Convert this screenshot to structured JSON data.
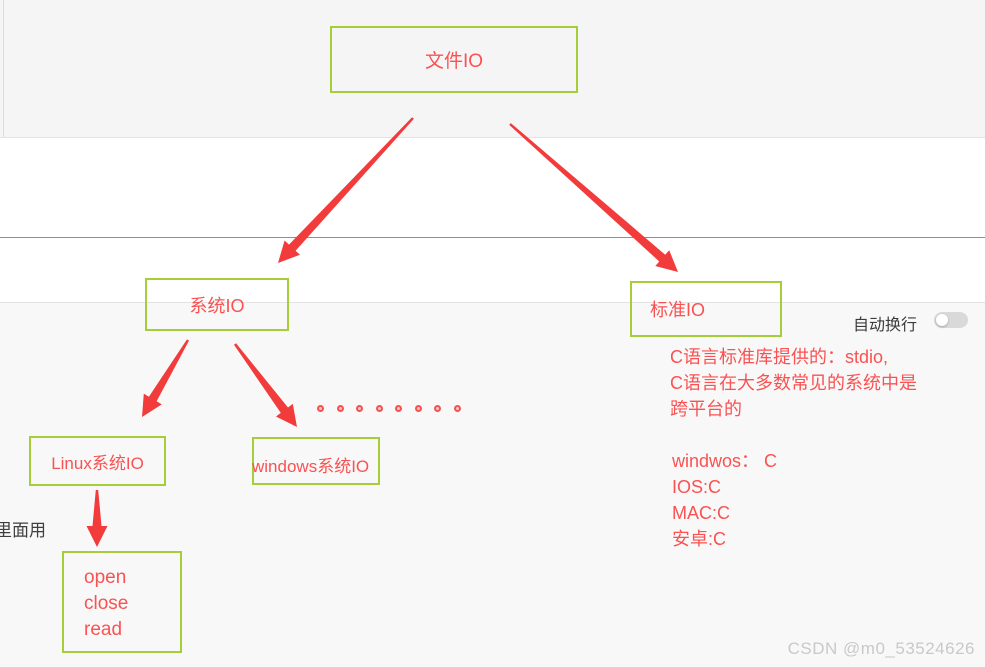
{
  "diagram": {
    "nodes": {
      "file_io": {
        "label": "文件IO"
      },
      "system_io": {
        "label": "系统IO"
      },
      "std_io": {
        "label": "标准IO"
      },
      "linux_io": {
        "label": "Linux系统IO"
      },
      "windows_io": {
        "label": "windows系统IO"
      },
      "open_box": {
        "lines": [
          "open",
          "close",
          "read"
        ]
      }
    },
    "edges": [
      {
        "from": "文件IO",
        "to": "系统IO"
      },
      {
        "from": "文件IO",
        "to": "标准IO"
      },
      {
        "from": "系统IO",
        "to": "Linux系统IO"
      },
      {
        "from": "系统IO",
        "to": "windows系统IO"
      },
      {
        "from": "Linux系统IO",
        "to": "open/close/read"
      }
    ],
    "ellipsis_dots": 8
  },
  "notes": {
    "std_note_1": [
      "C语言标准库提供的：stdio,",
      "C语言在大多数常见的系统中是",
      "跨平台的"
    ],
    "std_note_2": [
      "windwos： C",
      "IOS:C",
      "MAC:C",
      "安卓:C"
    ],
    "left_cropped_text": "里面用"
  },
  "toolbar": {
    "word_wrap_label": "自动换行",
    "word_wrap_on": false
  },
  "watermark": "CSDN @m0_53524626",
  "colors": {
    "node_border": "#a6ce39",
    "node_text": "#fa5252",
    "arrow": "#f23b3b",
    "note_text": "#fa5252",
    "band_top": "#f5f5f6",
    "band_bottom": "#f8f8f8"
  }
}
